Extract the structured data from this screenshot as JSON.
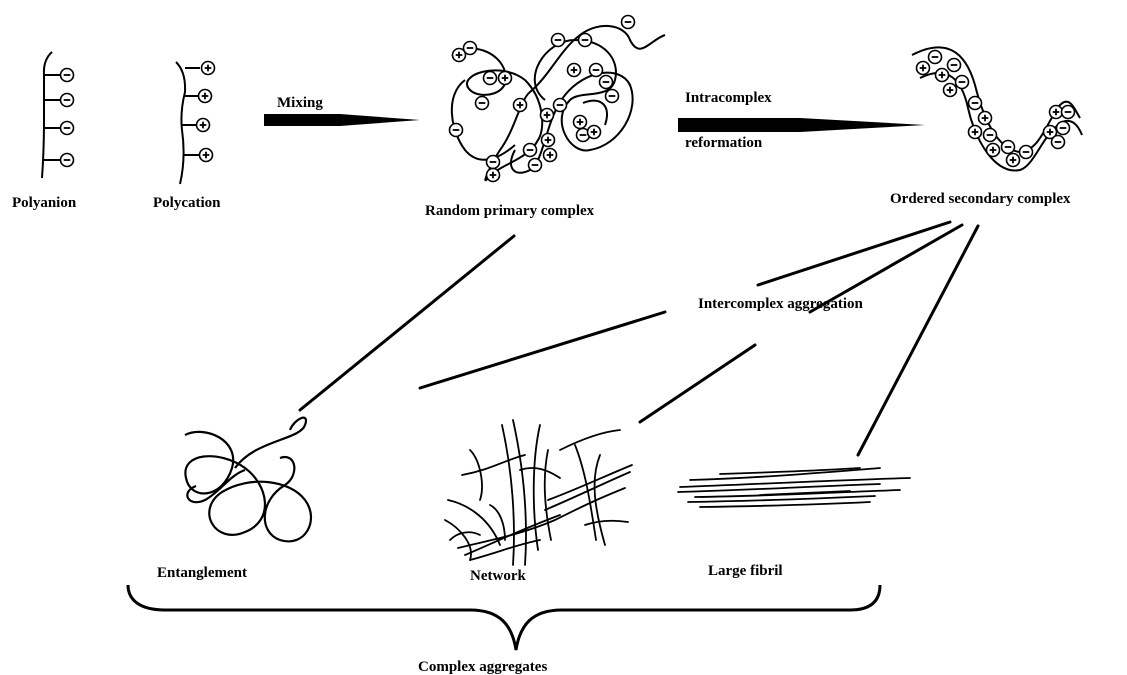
{
  "stages": {
    "polyanion": "Polyanion",
    "polycation": "Polycation",
    "random_primary": "Random primary complex",
    "ordered_secondary": "Ordered secondary complex"
  },
  "arrows": {
    "mixing": "Mixing",
    "intracomplex_line1": "Intracomplex",
    "intracomplex_line2": "reformation"
  },
  "aggregation_label": "Intercomplex aggregation",
  "aggregates": {
    "entanglement": "Entanglement",
    "network": "Network",
    "large_fibril": "Large fibril",
    "group_label": "Complex aggregates"
  },
  "charges": {
    "negative": "−",
    "positive": "+"
  },
  "colors": {
    "ink": "#000000",
    "background": "#ffffff"
  }
}
